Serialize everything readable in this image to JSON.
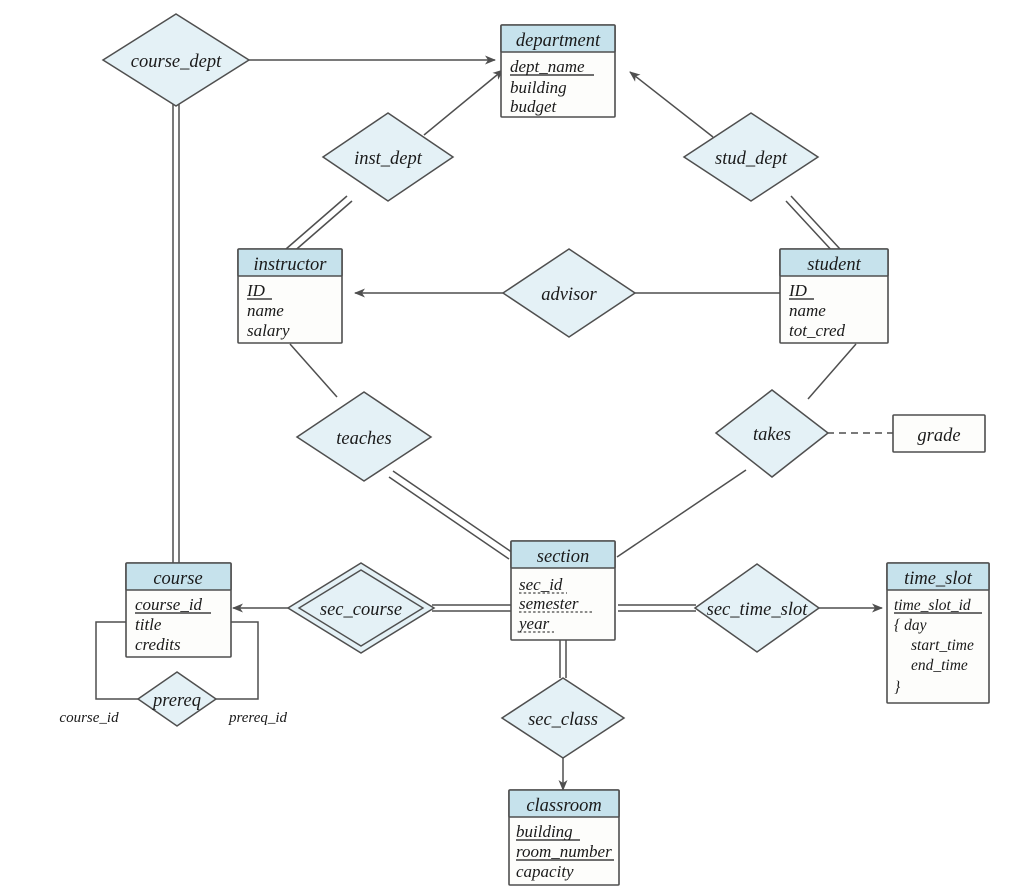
{
  "diagram": {
    "title": "University ER Diagram",
    "type": "entity-relationship",
    "notation": "chen-textbook",
    "colors": {
      "entity_header": "#c6e2ec",
      "entity_body": "#fdfdfb",
      "relationship_fill": "#e4f1f6",
      "line": "#4f4f4f",
      "background": "#ffffff"
    }
  },
  "entities": [
    {
      "id": "department",
      "name": "department",
      "weak": false,
      "attributes": [
        {
          "name": "dept_name",
          "key": "primary"
        },
        {
          "name": "building",
          "key": "none"
        },
        {
          "name": "budget",
          "key": "none"
        }
      ]
    },
    {
      "id": "instructor",
      "name": "instructor",
      "weak": false,
      "attributes": [
        {
          "name": "ID",
          "key": "primary"
        },
        {
          "name": "name",
          "key": "none"
        },
        {
          "name": "salary",
          "key": "none"
        }
      ]
    },
    {
      "id": "student",
      "name": "student",
      "weak": false,
      "attributes": [
        {
          "name": "ID",
          "key": "primary"
        },
        {
          "name": "name",
          "key": "none"
        },
        {
          "name": "tot_cred",
          "key": "none"
        }
      ]
    },
    {
      "id": "course",
      "name": "course",
      "weak": false,
      "attributes": [
        {
          "name": "course_id",
          "key": "primary"
        },
        {
          "name": "title",
          "key": "none"
        },
        {
          "name": "credits",
          "key": "none"
        }
      ]
    },
    {
      "id": "section",
      "name": "section",
      "weak": true,
      "attributes": [
        {
          "name": "sec_id",
          "key": "discriminator"
        },
        {
          "name": "semester",
          "key": "discriminator"
        },
        {
          "name": "year",
          "key": "discriminator"
        }
      ]
    },
    {
      "id": "time_slot",
      "name": "time_slot",
      "weak": false,
      "attributes": [
        {
          "name": "time_slot_id",
          "key": "primary"
        },
        {
          "name": "{  day",
          "key": "none"
        },
        {
          "name": "start_time",
          "key": "none"
        },
        {
          "name": "end_time",
          "key": "none"
        },
        {
          "name": "}",
          "key": "none"
        }
      ]
    },
    {
      "id": "classroom",
      "name": "classroom",
      "weak": false,
      "attributes": [
        {
          "name": "building",
          "key": "primary"
        },
        {
          "name": "room_number",
          "key": "primary"
        },
        {
          "name": "capacity",
          "key": "none"
        }
      ]
    }
  ],
  "relationships": [
    {
      "id": "course_dept",
      "name": "course_dept",
      "identifying": false
    },
    {
      "id": "inst_dept",
      "name": "inst_dept",
      "identifying": false
    },
    {
      "id": "stud_dept",
      "name": "stud_dept",
      "identifying": false
    },
    {
      "id": "advisor",
      "name": "advisor",
      "identifying": false
    },
    {
      "id": "teaches",
      "name": "teaches",
      "identifying": false
    },
    {
      "id": "takes",
      "name": "takes",
      "identifying": false
    },
    {
      "id": "sec_course",
      "name": "sec_course",
      "identifying": true
    },
    {
      "id": "sec_time_slot",
      "name": "sec_time_slot",
      "identifying": false
    },
    {
      "id": "sec_class",
      "name": "sec_class",
      "identifying": false
    },
    {
      "id": "prereq",
      "name": "prereq",
      "identifying": false
    }
  ],
  "relationship_attributes": [
    {
      "id": "grade",
      "name": "grade",
      "belongs_to": "takes"
    }
  ],
  "role_labels": [
    {
      "id": "prereq-role-course",
      "text": "course_id",
      "relationship": "prereq"
    },
    {
      "id": "prereq-role-prereq",
      "text": "prereq_id",
      "relationship": "prereq"
    }
  ],
  "edges": [
    {
      "from": "course_dept",
      "to": "department",
      "style": "single",
      "arrow": true
    },
    {
      "from": "course_dept",
      "to": "course",
      "style": "double",
      "arrow": false
    },
    {
      "from": "inst_dept",
      "to": "department",
      "style": "single",
      "arrow": true
    },
    {
      "from": "inst_dept",
      "to": "instructor",
      "style": "double",
      "arrow": false
    },
    {
      "from": "stud_dept",
      "to": "department",
      "style": "single",
      "arrow": true
    },
    {
      "from": "stud_dept",
      "to": "student",
      "style": "double",
      "arrow": false
    },
    {
      "from": "advisor",
      "to": "instructor",
      "style": "single",
      "arrow": true
    },
    {
      "from": "advisor",
      "to": "student",
      "style": "single",
      "arrow": false
    },
    {
      "from": "teaches",
      "to": "instructor",
      "style": "single",
      "arrow": false
    },
    {
      "from": "teaches",
      "to": "section",
      "style": "double",
      "arrow": false
    },
    {
      "from": "takes",
      "to": "student",
      "style": "single",
      "arrow": false
    },
    {
      "from": "takes",
      "to": "section",
      "style": "single",
      "arrow": false
    },
    {
      "from": "takes",
      "to": "grade",
      "style": "dashed",
      "arrow": false
    },
    {
      "from": "sec_course",
      "to": "course",
      "style": "single",
      "arrow": true
    },
    {
      "from": "sec_course",
      "to": "section",
      "style": "double",
      "arrow": false
    },
    {
      "from": "sec_time_slot",
      "to": "section",
      "style": "double",
      "arrow": false
    },
    {
      "from": "sec_time_slot",
      "to": "time_slot",
      "style": "single",
      "arrow": true
    },
    {
      "from": "sec_class",
      "to": "section",
      "style": "double",
      "arrow": false
    },
    {
      "from": "sec_class",
      "to": "classroom",
      "style": "single",
      "arrow": true
    },
    {
      "from": "prereq",
      "to": "course",
      "style": "single",
      "arrow": false
    }
  ]
}
